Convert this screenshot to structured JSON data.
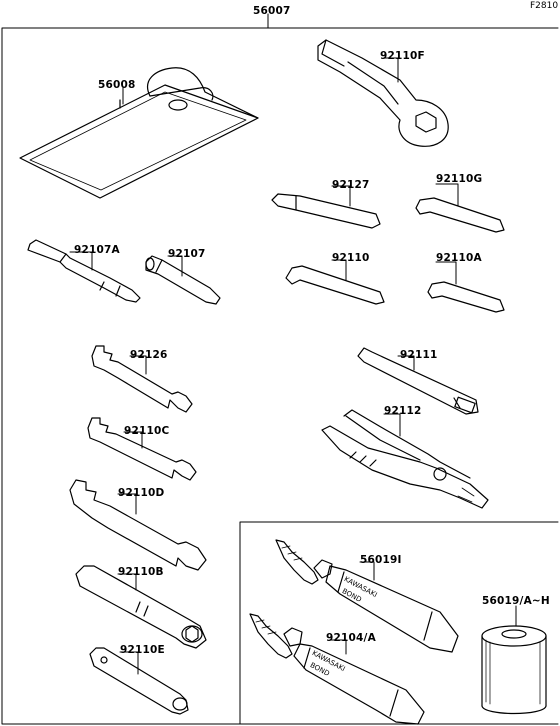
{
  "figure_code": "F2810",
  "assembly_number": "56007",
  "parts": [
    {
      "id": "p-56008",
      "number": "56008"
    },
    {
      "id": "p-92110F",
      "number": "92110F"
    },
    {
      "id": "p-92127",
      "number": "92127"
    },
    {
      "id": "p-92110G",
      "number": "92110G"
    },
    {
      "id": "p-92107A",
      "number": "92107A"
    },
    {
      "id": "p-92107",
      "number": "92107"
    },
    {
      "id": "p-92110",
      "number": "92110"
    },
    {
      "id": "p-92110A",
      "number": "92110A"
    },
    {
      "id": "p-92126",
      "number": "92126"
    },
    {
      "id": "p-92111",
      "number": "92111"
    },
    {
      "id": "p-92112",
      "number": "92112"
    },
    {
      "id": "p-92110C",
      "number": "92110C"
    },
    {
      "id": "p-92110D",
      "number": "92110D"
    },
    {
      "id": "p-92110B",
      "number": "92110B"
    },
    {
      "id": "p-92110E",
      "number": "92110E"
    },
    {
      "id": "p-56019I",
      "number": "56019I"
    },
    {
      "id": "p-92104A",
      "number": "92104/A"
    },
    {
      "id": "p-56019AH",
      "number": "56019/A~H"
    }
  ],
  "tube_labels": [
    "KAWASAKI",
    "BOND"
  ]
}
